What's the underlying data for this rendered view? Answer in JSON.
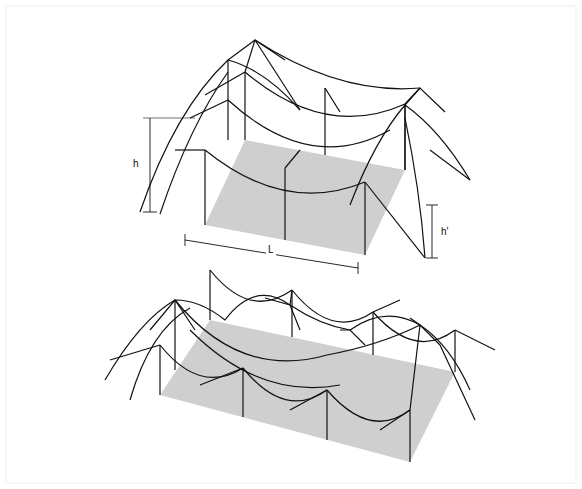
{
  "diagram": {
    "labels": [
      "h",
      "L",
      "h'"
    ]
  }
}
